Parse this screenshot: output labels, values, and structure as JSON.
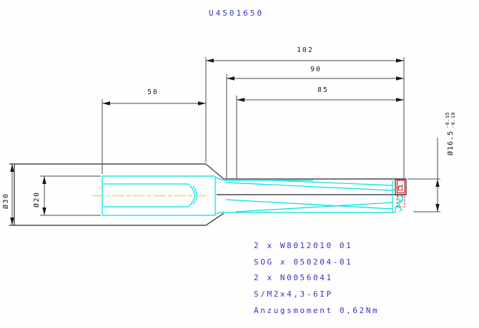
{
  "title": "U4501650",
  "colors": {
    "accent_blue": "#3333cc",
    "tool_cyan": "#00dede",
    "insert_red": "#e21414",
    "centerline_yellow": "#e3e300",
    "line_gray": "#4a4a4a"
  },
  "dimensions": {
    "overall_length": "102",
    "length_90": "90",
    "flute_length": "85",
    "shank_length": "50",
    "dia_collar": "Ø30",
    "dia_shank": "Ø20",
    "dia_tip": {
      "main": "Ø16.5",
      "tol_upper": "-0.35",
      "tol_lower": "-0.10"
    }
  },
  "notes": {
    "lines": [
      "2 x W8012010 01",
      "SOG x 050204-01",
      "2 x N0056041",
      "S/M2x4,3-6IP",
      "Anzugsmoment 0,62Nm"
    ]
  }
}
